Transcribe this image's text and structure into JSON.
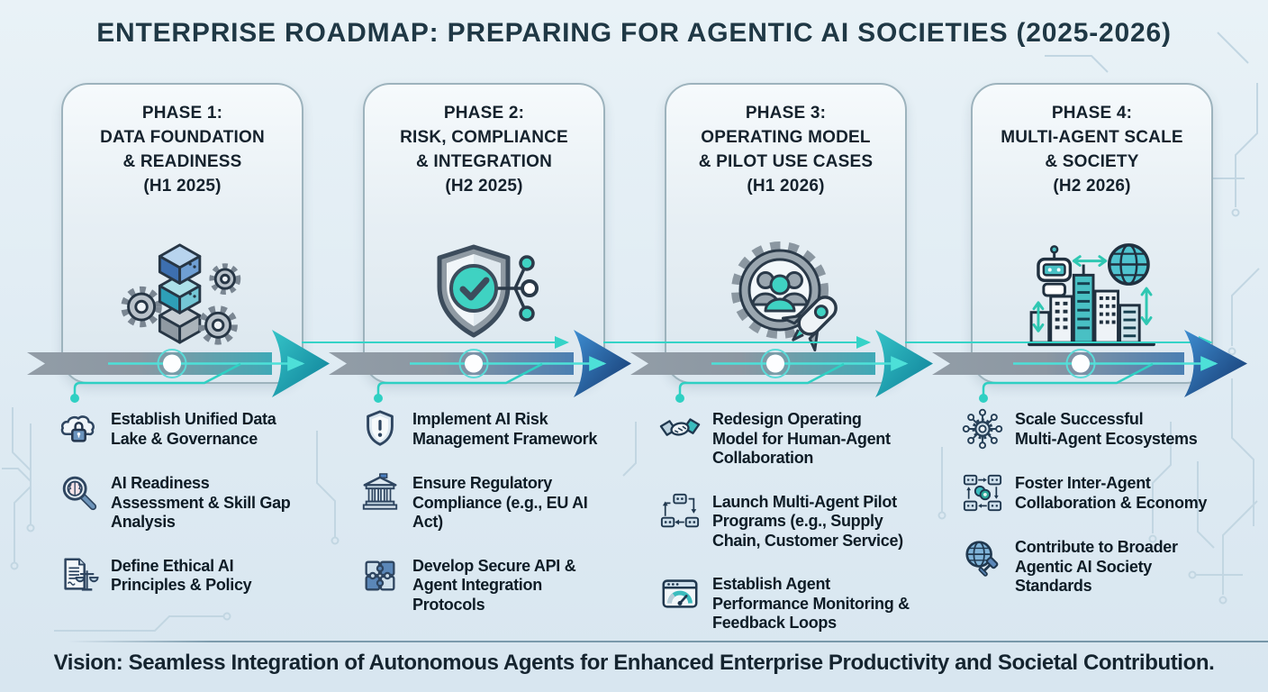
{
  "title": "ENTERPRISE ROADMAP: PREPARING FOR AGENTIC AI SOCIETIES (2025-2026)",
  "vision": "Vision: Seamless Integration of Autonomous Agents for Enhanced Enterprise Productivity and Societal Contribution.",
  "colors": {
    "background": "#e3eef5",
    "title_text": "#1f3845",
    "card_border": "#9db3bd",
    "arrow_shaft_gray": "#8e99a4",
    "arrow_head_teal": "#0d7d96",
    "arrow_head_blue": "#14356b",
    "accent_cyan": "#35d3c7",
    "item_text": "#0e1c26"
  },
  "phases": [
    {
      "name": "Phase 1",
      "title": "PHASE 1:\nDATA FOUNDATION\n& READINESS\n(H1 2025)",
      "icon": "data-stack-gears-icon",
      "arrow_color": "teal",
      "items": [
        {
          "icon": "cloud-lock-icon",
          "text": "Establish Unified Data\nLake & Governance"
        },
        {
          "icon": "magnifier-brain-icon",
          "text": "AI Readiness\nAssessment & Skill Gap\nAnalysis"
        },
        {
          "icon": "document-scales-icon",
          "text": "Define Ethical AI\nPrinciples & Policy"
        }
      ]
    },
    {
      "name": "Phase 2",
      "title": "PHASE 2:\nRISK, COMPLIANCE\n& INTEGRATION\n(H2 2025)",
      "icon": "shield-check-network-icon",
      "arrow_color": "blue",
      "items": [
        {
          "icon": "shield-exclamation-icon",
          "text": "Implement AI Risk\nManagement Framework"
        },
        {
          "icon": "bank-building-icon",
          "text": "Ensure Regulatory\nCompliance (e.g., EU AI\nAct)"
        },
        {
          "icon": "puzzle-pieces-icon",
          "text": "Develop Secure API &\nAgent Integration\nProtocols"
        }
      ]
    },
    {
      "name": "Phase 3",
      "title": "PHASE 3:\nOPERATING MODEL\n& PILOT USE CASES\n(H1 2026)",
      "icon": "gear-people-rocket-icon",
      "arrow_color": "teal",
      "items": [
        {
          "icon": "handshake-icon",
          "text": "Redesign Operating\nModel for Human-Agent\nCollaboration"
        },
        {
          "icon": "robots-network-icon",
          "text": "Launch Multi-Agent Pilot\nPrograms (e.g., Supply\nChain, Customer Service)"
        },
        {
          "icon": "gauge-window-icon",
          "text": "Establish Agent\nPerformance Monitoring &\nFeedback Loops"
        }
      ]
    },
    {
      "name": "Phase 4",
      "title": "PHASE 4:\nMULTI-AGENT SCALE\n& SOCIETY\n(H2 2026)",
      "icon": "robot-globe-city-icon",
      "arrow_color": "blue",
      "items": [
        {
          "icon": "hub-network-icon",
          "text": "Scale Successful\nMulti-Agent Ecosystems"
        },
        {
          "icon": "robots-coins-icon",
          "text": "Foster Inter-Agent\nCollaboration & Economy"
        },
        {
          "icon": "globe-gavel-icon",
          "text": "Contribute to Broader\nAgentic AI Society\nStandards"
        }
      ]
    }
  ]
}
